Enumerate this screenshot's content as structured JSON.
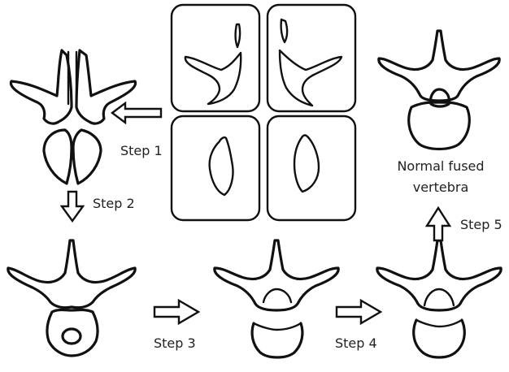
{
  "steps": {
    "step1": "Step 1",
    "step2": "Step 2",
    "step3": "Step 3",
    "step4": "Step 4",
    "step5": "Step 5"
  },
  "result": {
    "line1": "Normal fused",
    "line2": "vertebra"
  }
}
